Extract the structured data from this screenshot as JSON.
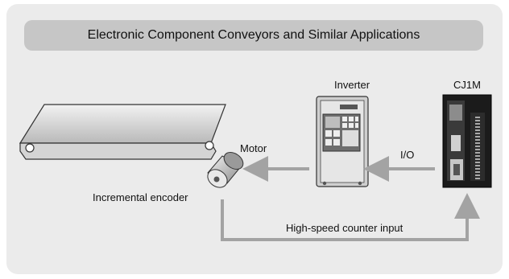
{
  "title": "Electronic Component Conveyors and Similar Applications",
  "labels": {
    "inverter": "Inverter",
    "plc": "CJ1M",
    "motor": "Motor",
    "io": "I/O",
    "encoder": "Incremental encoder",
    "counter_input": "High-speed counter input"
  },
  "icons": [
    "conveyor-belt",
    "motor-with-encoder",
    "inverter-unit",
    "cj1m-plc"
  ],
  "colors": {
    "panel": "#ebebeb",
    "title_bar": "#c6c6c6",
    "arrow": "#a3a3a3"
  }
}
